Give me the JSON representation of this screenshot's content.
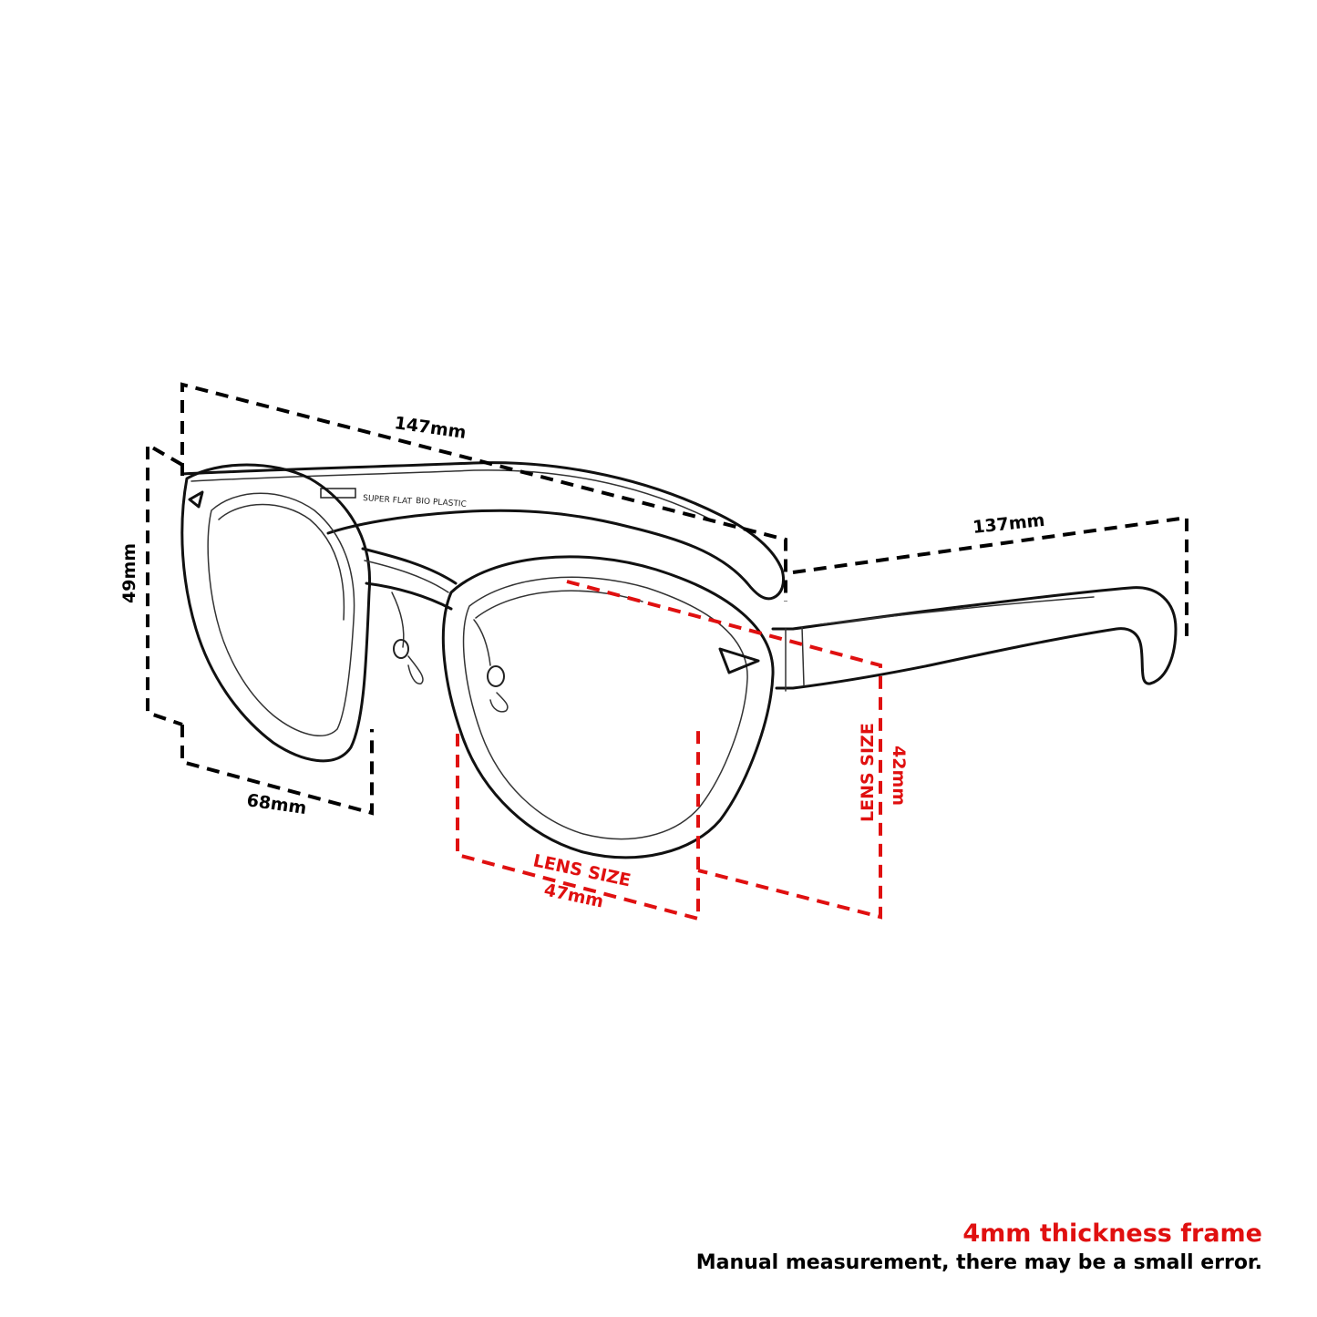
{
  "diagram": {
    "dimensions": {
      "total_width": "147mm",
      "temple_length": "137mm",
      "lens_height_black": "49mm",
      "bridge_side": "68mm",
      "lens_width": "47mm",
      "lens_height": "42mm",
      "lens_size_label_h": "LENS SIZE",
      "lens_size_label_v": "LENS SIZE"
    },
    "temple_print": [
      "SUPER FLAT",
      "BIO PLASTIC"
    ]
  },
  "footer": {
    "title": "4mm thickness frame",
    "note": "Manual measurement, there may be a small error."
  },
  "colors": {
    "accent_red": "#e01010",
    "ink": "#000000",
    "background": "#ffffff"
  }
}
